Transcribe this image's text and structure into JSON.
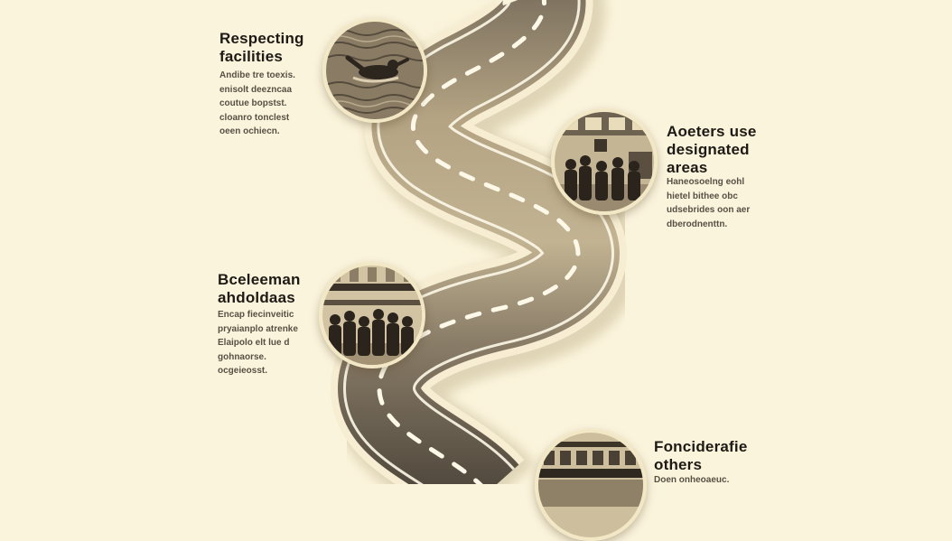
{
  "colors": {
    "background": "#fbf4dc",
    "road_dark": "#5e5548",
    "road_light": "#a8987a",
    "lane_marking": "#fdf8e8",
    "photo_border": "#f3e8c6"
  },
  "steps": [
    {
      "title_lines": [
        "Respecting",
        "facilities"
      ],
      "desc_lines": [
        "Andibe tre toexis.",
        "enisolt deezncaa",
        "coutue bopstst.",
        "cloanro tonclest",
        "oeen ochiecn."
      ],
      "photo": "swimmer-photo"
    },
    {
      "title_lines": [
        "Aoeters use",
        "designated",
        "areas"
      ],
      "desc_lines": [
        "Haneosoelng eohl",
        "hietel bithee obc",
        "udsebrides oon aer",
        "dberodnenttn."
      ],
      "photo": "crowd-indoor-photo"
    },
    {
      "title_lines": [
        "Bceleeman",
        "ahdoldaas"
      ],
      "desc_lines": [
        "Encap fiecinveitic",
        "pryaianplo atrenke",
        "Elaipolo elt lue d",
        "gohnaorse.",
        "ocgeieosst."
      ],
      "photo": "crowd-hall-photo"
    },
    {
      "title_lines": [
        "Fonciderafie",
        "others"
      ],
      "desc_lines": [
        "Doen onheoaeuc."
      ],
      "photo": "building-photo"
    }
  ]
}
